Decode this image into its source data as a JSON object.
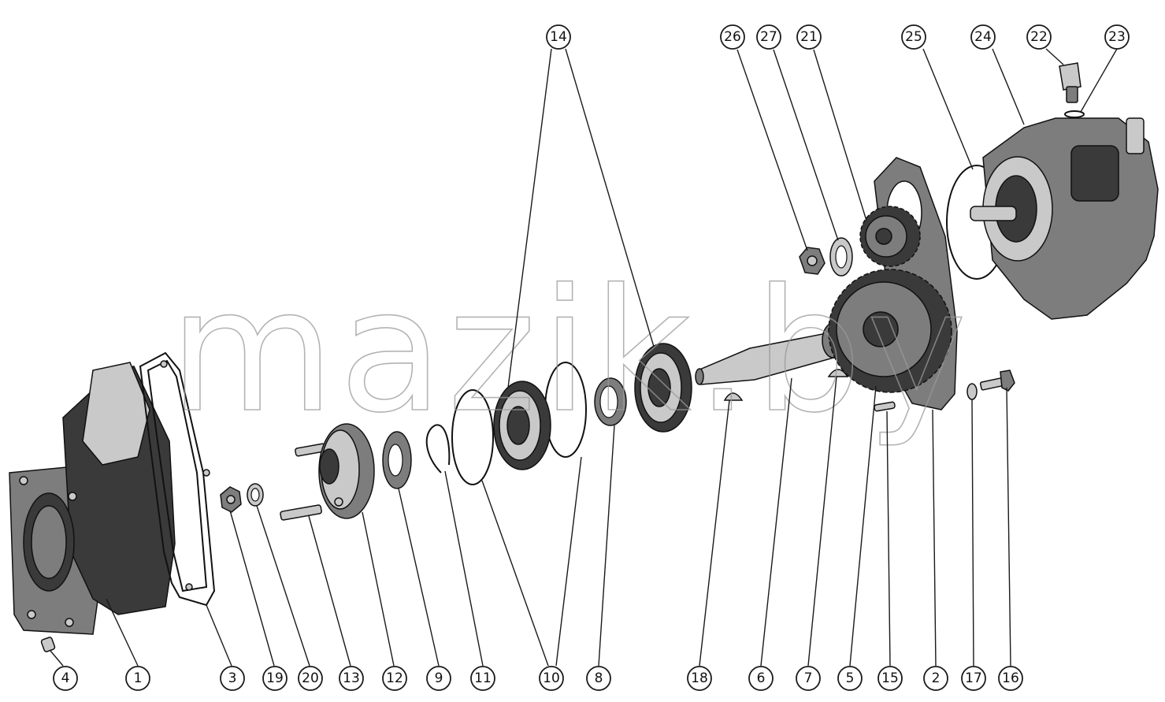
{
  "watermark": "mazik.by",
  "callouts": [
    {
      "id": "c14",
      "label": "14"
    },
    {
      "id": "c26",
      "label": "26"
    },
    {
      "id": "c27",
      "label": "27"
    },
    {
      "id": "c21",
      "label": "21"
    },
    {
      "id": "c25",
      "label": "25"
    },
    {
      "id": "c24",
      "label": "24"
    },
    {
      "id": "c22",
      "label": "22"
    },
    {
      "id": "c23",
      "label": "23"
    },
    {
      "id": "c4",
      "label": "4"
    },
    {
      "id": "c1",
      "label": "1"
    },
    {
      "id": "c3",
      "label": "3"
    },
    {
      "id": "c19",
      "label": "19"
    },
    {
      "id": "c20",
      "label": "20"
    },
    {
      "id": "c13",
      "label": "13"
    },
    {
      "id": "c12",
      "label": "12"
    },
    {
      "id": "c9",
      "label": "9"
    },
    {
      "id": "c11",
      "label": "11"
    },
    {
      "id": "c10",
      "label": "10"
    },
    {
      "id": "c8",
      "label": "8"
    },
    {
      "id": "c18",
      "label": "18"
    },
    {
      "id": "c6",
      "label": "6"
    },
    {
      "id": "c7",
      "label": "7"
    },
    {
      "id": "c5",
      "label": "5"
    },
    {
      "id": "c15",
      "label": "15"
    },
    {
      "id": "c2",
      "label": "2"
    },
    {
      "id": "c17",
      "label": "17"
    },
    {
      "id": "c16",
      "label": "16"
    }
  ]
}
